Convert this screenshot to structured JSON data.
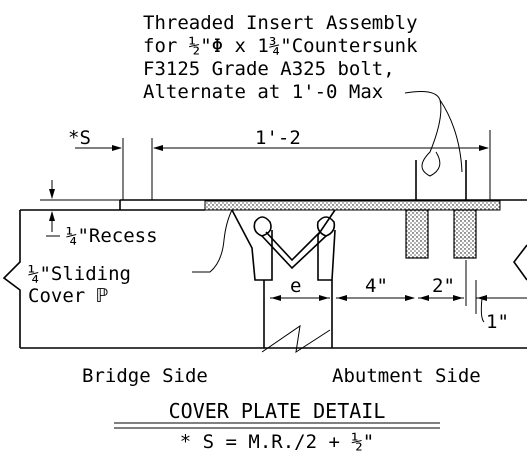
{
  "callout": {
    "line1": "Threaded Insert Assembly",
    "line2": "for ½\"Φ x 1¾\"Countersunk",
    "line3": "F3125 Grade A325 bolt,",
    "line4": "Alternate at 1'-0 Max"
  },
  "dimensions": {
    "s_label": "*S",
    "overall": "1'-2",
    "e": "e",
    "four_in": "4\"",
    "two_in": "2\"",
    "one_in": "1\""
  },
  "labels": {
    "recess": "¼\"Recess",
    "sliding_line1": "¼\"Sliding",
    "sliding_line2": "Cover ℙ",
    "bridge_side": "Bridge Side",
    "abutment_side": "Abutment Side"
  },
  "title": "COVER PLATE DETAIL",
  "formula": "* S = M.R./2 + ½\""
}
